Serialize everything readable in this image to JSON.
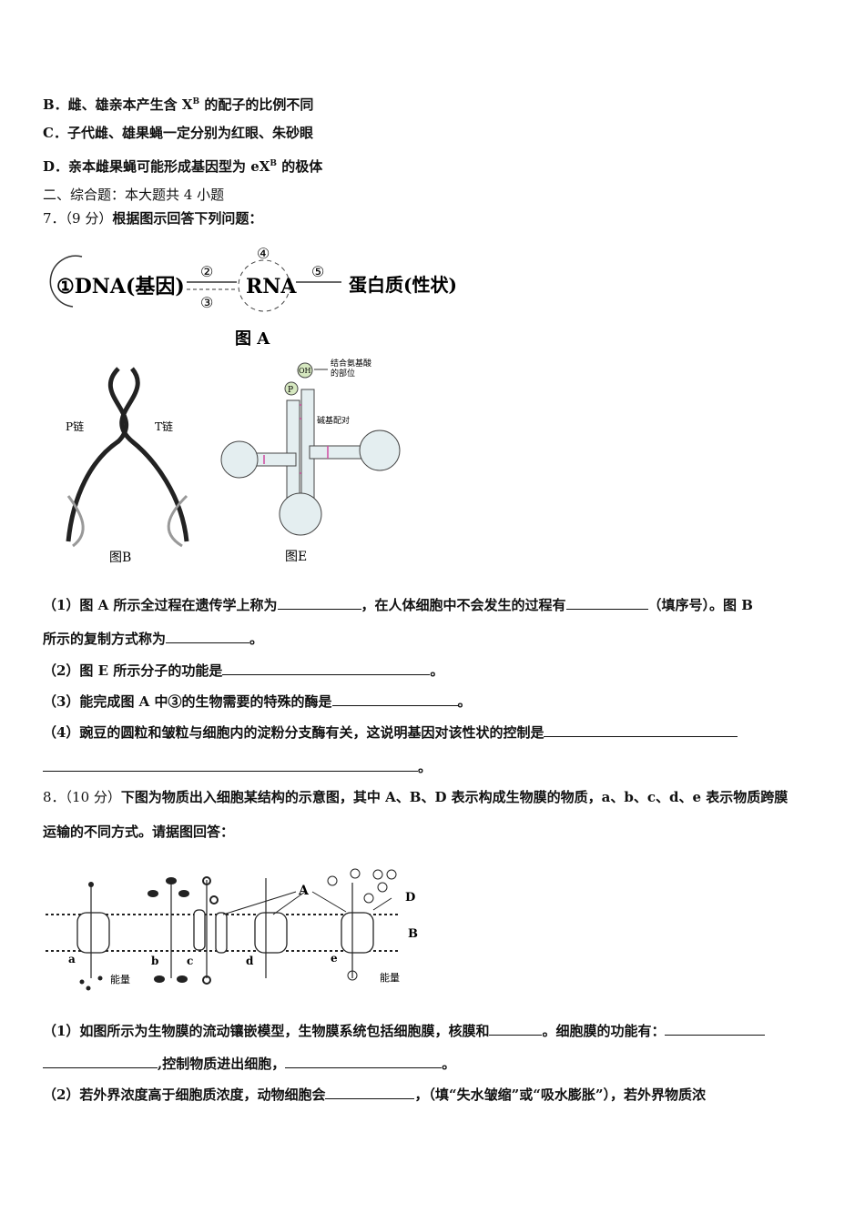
{
  "q6": {
    "optB": "B．雌、雄亲本产生含 X",
    "optB_sup": "B",
    "optB_end": " 的配子的比例不同",
    "optC": "C．子代雌、雄果蝇一定分别为红眼、朱砂眼",
    "optD": "D．亲本雌果蝇可能形成基因型为 eX",
    "optD_sup": "B",
    "optD_end": " 的极体"
  },
  "section": "二、综合题：本大题共 4 小题",
  "q7": {
    "head": "7．（9 分）",
    "title": "根据图示回答下列问题：",
    "figA": {
      "dna": "①DNA(基因)",
      "n2": "②",
      "n3": "③",
      "n4": "④",
      "n5": "⑤",
      "rna": "RNA",
      "protein": "蛋白质(性状)",
      "caption": "图 A"
    },
    "figB": {
      "p": "P链",
      "t": "T链",
      "caption": "图B"
    },
    "figE": {
      "oh": "OH",
      "p": "P",
      "aa_site": [
        "结合氨基酸",
        "的部位"
      ],
      "pairing": "碱基配对",
      "caption": "图E"
    },
    "s1a": "（1）图 A 所示全过程在遗传学上称为",
    "s1b": "，在人体细胞中不会发生的过程有",
    "s1c": "（填序号）。图 B",
    "s1d": "所示的复制方式称为",
    "s1e": "。",
    "s2a": "（2）图 E 所示分子的功能是",
    "s2b": "。",
    "s3a": "（3）能完成图 A 中③的生物需要的特殊的酶是",
    "s3b": "。",
    "s4a": "（4）豌豆的圆粒和皱粒与细胞内的淀粉分支酶有关，这说明基因对该性状的控制是",
    "s4b": "。"
  },
  "q8": {
    "head": "8．（10 分）",
    "title": "下图为物质出入细胞某结构的示意图，其中 A、B、D 表示构成生物膜的物质，a、b、c、d、e 表示物质跨膜",
    "title2": "运输的不同方式。请据图回答：",
    "fig": {
      "a": "a",
      "b": "b",
      "c": "c",
      "d": "d",
      "e": "e",
      "A": "A",
      "B": "B",
      "D": "D",
      "energy": "能量"
    },
    "s1a": "（1）如图所示为生物膜的流动镶嵌模型，生物膜系统包括细胞膜，核膜和",
    "s1b": "。细胞膜的功能有：",
    "s1c": ",控制物质进出细胞，",
    "s1d": "。",
    "s2a": "（2）若外界浓度高于细胞质浓度，动物细胞会",
    "s2b": "，（填“失水皱缩”或“吸水膨胀”），若外界物质浓"
  }
}
